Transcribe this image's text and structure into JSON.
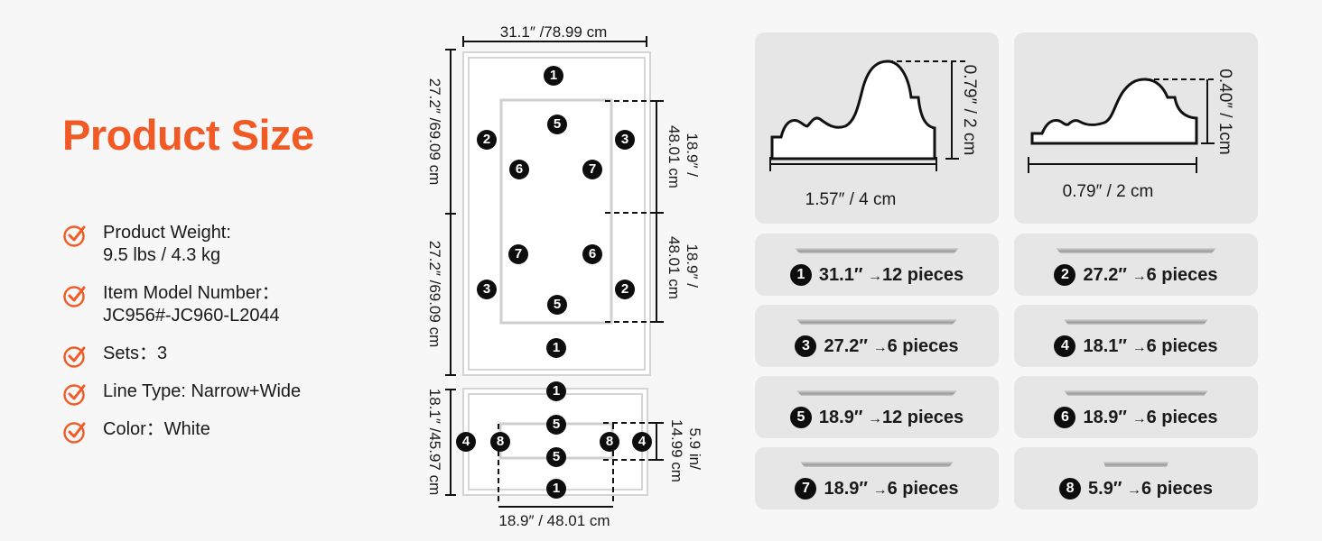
{
  "title": "Product Size",
  "specs": [
    {
      "line1": "Product Weight:",
      "line2": "9.5 lbs / 4.3 kg"
    },
    {
      "line1": "Item Model Number：",
      "line2": "JC956#-JC960-L2044"
    },
    {
      "line1": "Sets：3"
    },
    {
      "line1": "Line Type: Narrow+Wide"
    },
    {
      "line1": "Color：White"
    }
  ],
  "colors": {
    "accent": "#f15a24",
    "card": "#e6e6e6",
    "badge": "#0d0d0d"
  },
  "diagram": {
    "top_width": "31.1″ /78.99 cm",
    "left_upper": "27.2″ /69.09 cm",
    "left_lower": "27.2″ /69.09 cm",
    "left_bottom": "18.1″ /45.97 cm",
    "right_upper": [
      "18.9″ /",
      "48.01 cm"
    ],
    "right_lower": [
      "18.9″ /",
      "48.01 cm"
    ],
    "right_bottom": [
      "5.9 in/",
      "14.99 cm"
    ],
    "bottom_width": "18.9″ / 48.01 cm",
    "badges": [
      "1",
      "5",
      "2",
      "3",
      "6",
      "7",
      "7",
      "6",
      "3",
      "2",
      "5",
      "1",
      "1",
      "5",
      "4",
      "8",
      "8",
      "4",
      "5",
      "1"
    ]
  },
  "profiles": [
    {
      "height": "0.79″ / 2 cm",
      "width": "1.57″ / 4 cm"
    },
    {
      "height": "0.40″ / 1cm",
      "width": "0.79″ / 2 cm"
    }
  ],
  "pieces": [
    {
      "num": "1",
      "length": "31.1″",
      "arrow": "→",
      "count": "12 pieces"
    },
    {
      "num": "2",
      "length": "27.2″",
      "arrow": "→",
      "count": "6 pieces"
    },
    {
      "num": "3",
      "length": "27.2″",
      "arrow": "→",
      "count": "6 pieces"
    },
    {
      "num": "4",
      "length": "18.1″",
      "arrow": "→",
      "count": "6 pieces"
    },
    {
      "num": "5",
      "length": "18.9″",
      "arrow": "→",
      "count": "12 pieces"
    },
    {
      "num": "6",
      "length": "18.9″",
      "arrow": "→",
      "count": "6 pieces"
    },
    {
      "num": "7",
      "length": "18.9″",
      "arrow": "→",
      "count": "6 pieces"
    },
    {
      "num": "8",
      "length": "5.9″",
      "arrow": "→",
      "count": "6 pieces"
    }
  ]
}
